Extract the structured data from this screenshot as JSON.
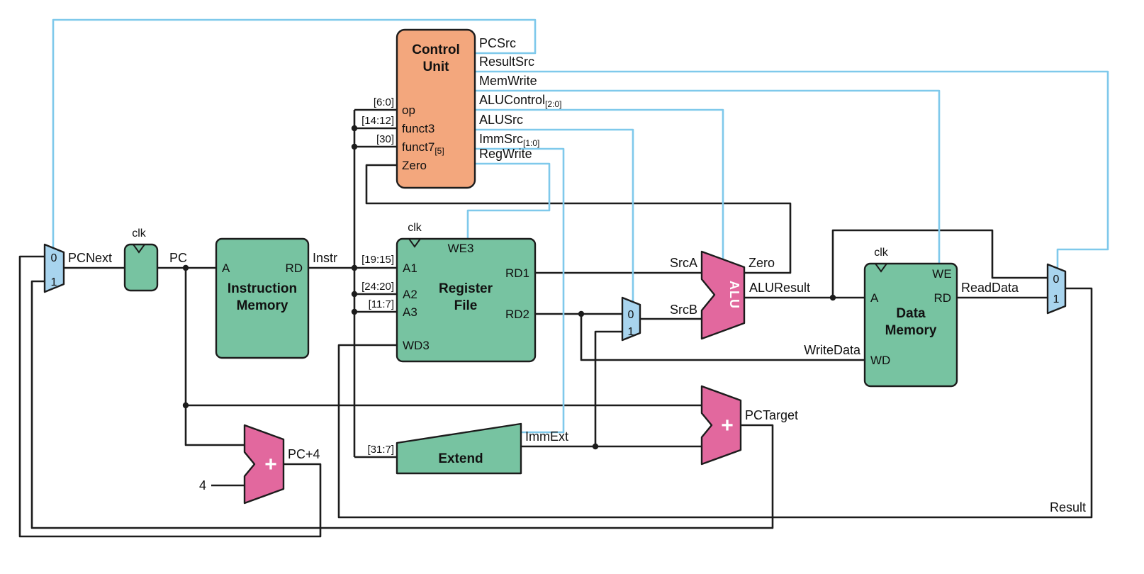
{
  "colors": {
    "background": "#ffffff",
    "wire": "#1c1c1c",
    "control_wire": "#7fc9eb",
    "block_green": "#77c3a1",
    "block_orange": "#f3a77d",
    "block_pink": "#e2689e",
    "block_blue": "#a8d4ee",
    "text": "#111111"
  },
  "control_unit": {
    "title_line1": "Control",
    "title_line2": "Unit",
    "input_op": "op",
    "input_funct3": "funct3",
    "input_funct7": "funct7",
    "input_funct7_sub": "[5]",
    "input_zero": "Zero",
    "output_pcsrc": "PCSrc",
    "output_resultsrc": "ResultSrc",
    "output_memwrite": "MemWrite",
    "output_alucontrol": "ALUControl",
    "output_alucontrol_sub": "[2:0]",
    "output_alusrc": "ALUSrc",
    "output_immsrc": "ImmSrc",
    "output_immsrc_sub": "[1:0]",
    "output_regwrite": "RegWrite",
    "slice_op": "[6:0]",
    "slice_funct3": "[14:12]",
    "slice_funct7": "[30]"
  },
  "pc_register": {
    "clk_label": "clk"
  },
  "pcnext_mux": {
    "input0": "0",
    "input1": "1"
  },
  "instruction_memory": {
    "title_line1": "Instruction",
    "title_line2": "Memory",
    "port_a": "A",
    "port_rd": "RD"
  },
  "register_file": {
    "title_line1": "Register",
    "title_line2": "File",
    "clk_label": "clk",
    "port_we3": "WE3",
    "port_a1": "A1",
    "port_a2": "A2",
    "port_a3": "A3",
    "port_wd3": "WD3",
    "port_rd1": "RD1",
    "port_rd2": "RD2",
    "slice_a1": "[19:15]",
    "slice_a2": "[24:20]",
    "slice_a3": "[11:7]"
  },
  "extend_unit": {
    "title": "Extend",
    "slice_input": "[31:7]"
  },
  "srcb_mux": {
    "input0": "0",
    "input1": "1"
  },
  "alu": {
    "label": "ALU"
  },
  "data_memory": {
    "title_line1": "Data",
    "title_line2": "Memory",
    "clk_label": "clk",
    "port_we": "WE",
    "port_a": "A",
    "port_wd": "WD",
    "port_rd": "RD"
  },
  "result_mux": {
    "input0": "0",
    "input1": "1"
  },
  "pc_plus4_adder": {
    "operator": "+",
    "output_label": "PC+4",
    "constant": "4"
  },
  "pctarget_adder": {
    "operator": "+",
    "output_label": "PCTarget"
  },
  "signals": {
    "pcnext": "PCNext",
    "pc": "PC",
    "instr": "Instr",
    "srca": "SrcA",
    "srcb": "SrcB",
    "zero": "Zero",
    "aluresult": "ALUResult",
    "readdata": "ReadData",
    "writedata": "WriteData",
    "immext": "ImmExt",
    "result": "Result"
  }
}
